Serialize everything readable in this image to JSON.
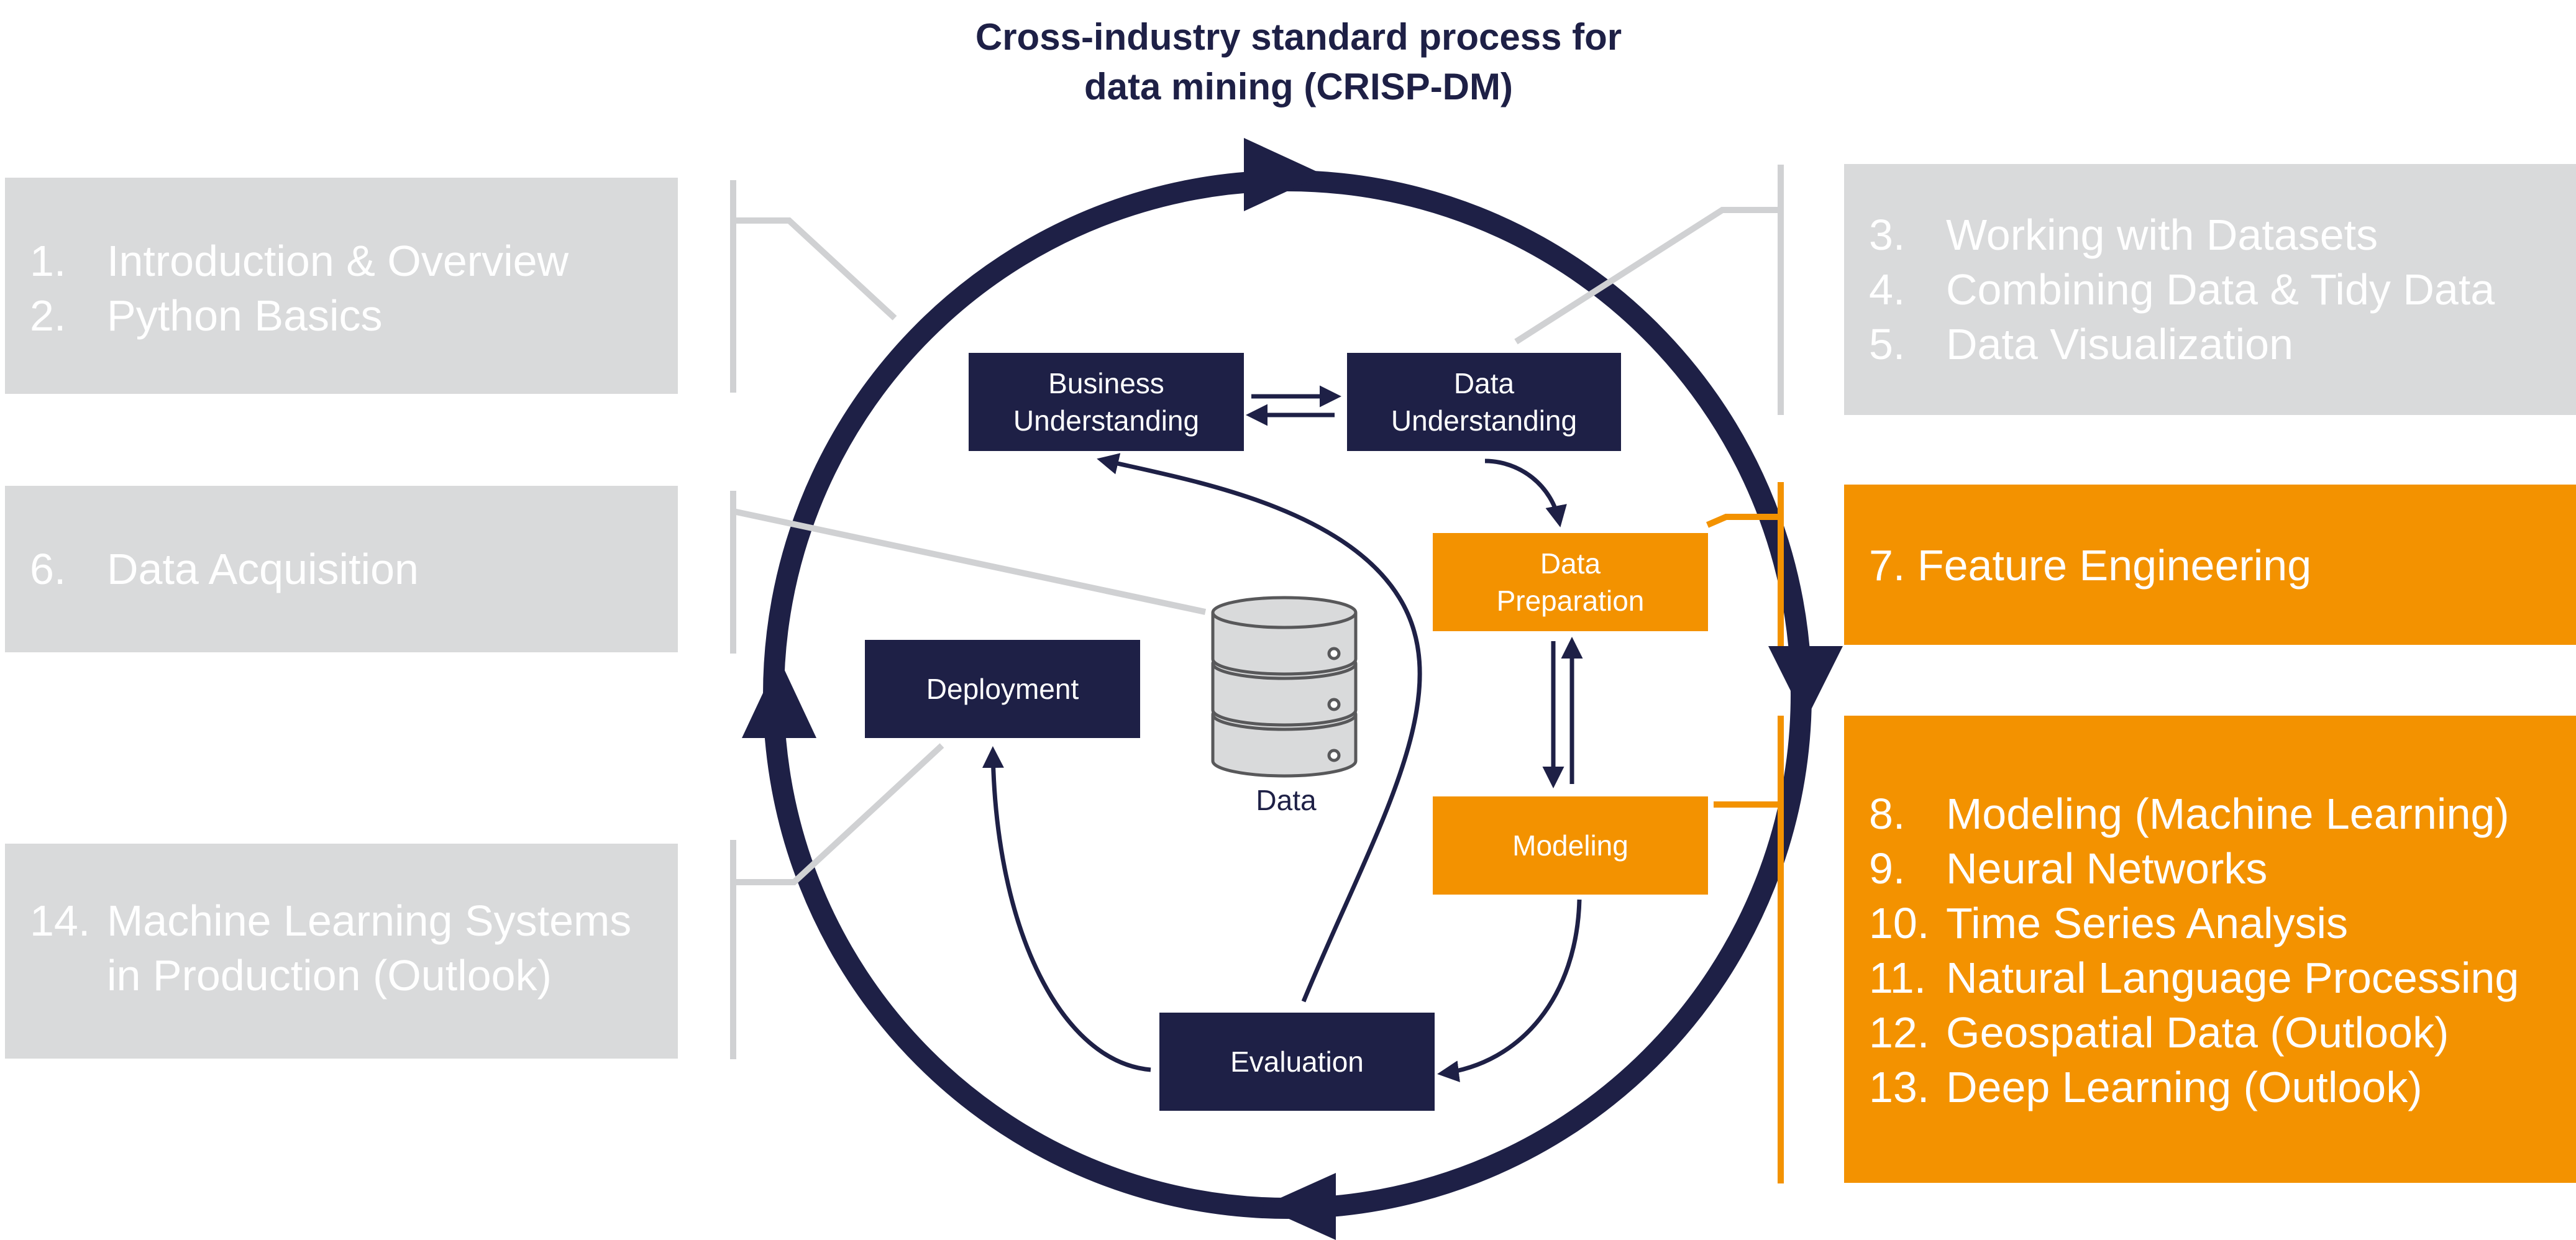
{
  "title": {
    "line1": "Cross-industry standard process for",
    "line2": "data mining (CRISP-DM)"
  },
  "phases": {
    "business_line1": "Business",
    "business_line2": "Understanding",
    "data_u_line1": "Data",
    "data_u_line2": "Understanding",
    "data_p_line1": "Data",
    "data_p_line2": "Preparation",
    "modeling": "Modeling",
    "evaluation": "Evaluation",
    "deployment": "Deployment",
    "data": "Data"
  },
  "chapters": {
    "top_left": [
      {
        "num": "1.",
        "text": "Introduction & Overview"
      },
      {
        "num": "2.",
        "text": "Python Basics"
      }
    ],
    "top_right": [
      {
        "num": "3.",
        "text": "Working with Datasets"
      },
      {
        "num": "4.",
        "text": "Combining Data & Tidy Data"
      },
      {
        "num": "5.",
        "text": "Data Visualization"
      }
    ],
    "middle_left": {
      "num": "6.",
      "text": "Data Acquisition"
    },
    "feature": "7. Feature Engineering",
    "bottom_right": [
      {
        "num": "8.",
        "text": "Modeling (Machine Learning)"
      },
      {
        "num": "9.",
        "text": "Neural Networks"
      },
      {
        "num": "10.",
        "text": "Time Series Analysis"
      },
      {
        "num": "11.",
        "text": "Natural Language Processing"
      },
      {
        "num": "12.",
        "text": "Geospatial Data (Outlook)"
      },
      {
        "num": "13.",
        "text": "Deep Learning (Outlook)"
      }
    ],
    "bottom_left": [
      {
        "num": "14.",
        "text": "Machine Learning Systems"
      },
      {
        "num": "",
        "text": "in Production (Outlook)"
      }
    ]
  },
  "colors": {
    "navy": "#1e2046",
    "orange": "#f39200",
    "grey_panel": "#d9dadb",
    "grey_line": "#d0d1d3"
  },
  "icons": {
    "database": "database-icon"
  }
}
